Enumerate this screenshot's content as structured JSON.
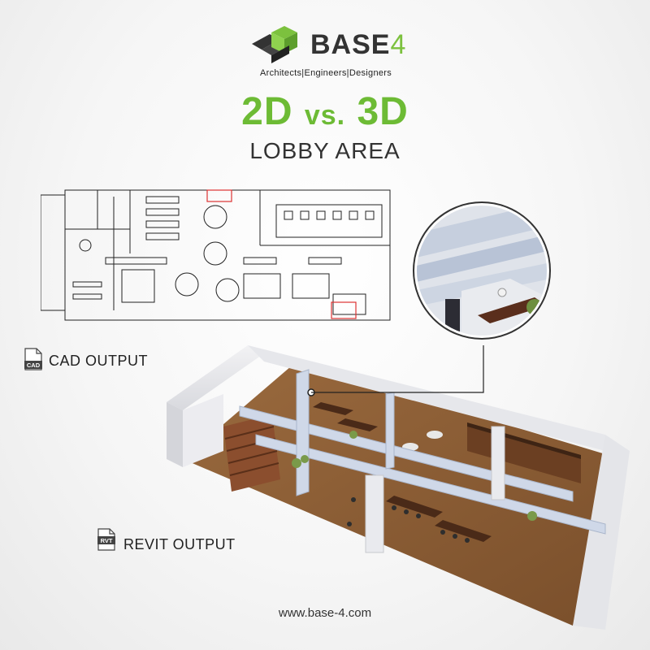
{
  "brand": {
    "name_main": "BASE",
    "name_number": "4",
    "tagline": "Architects|Engineers|Designers",
    "green": "#6dbb35",
    "dark": "#333333"
  },
  "headline": {
    "part1": "2D",
    "vs": "vs.",
    "part2": "3D"
  },
  "subtitle": "LOBBY AREA",
  "cad": {
    "icon_label": "CAD",
    "label": "CAD OUTPUT"
  },
  "revit": {
    "icon_label": "RVT",
    "label": "REVIT OUTPUT"
  },
  "footer": {
    "url": "www.base-4.com"
  }
}
